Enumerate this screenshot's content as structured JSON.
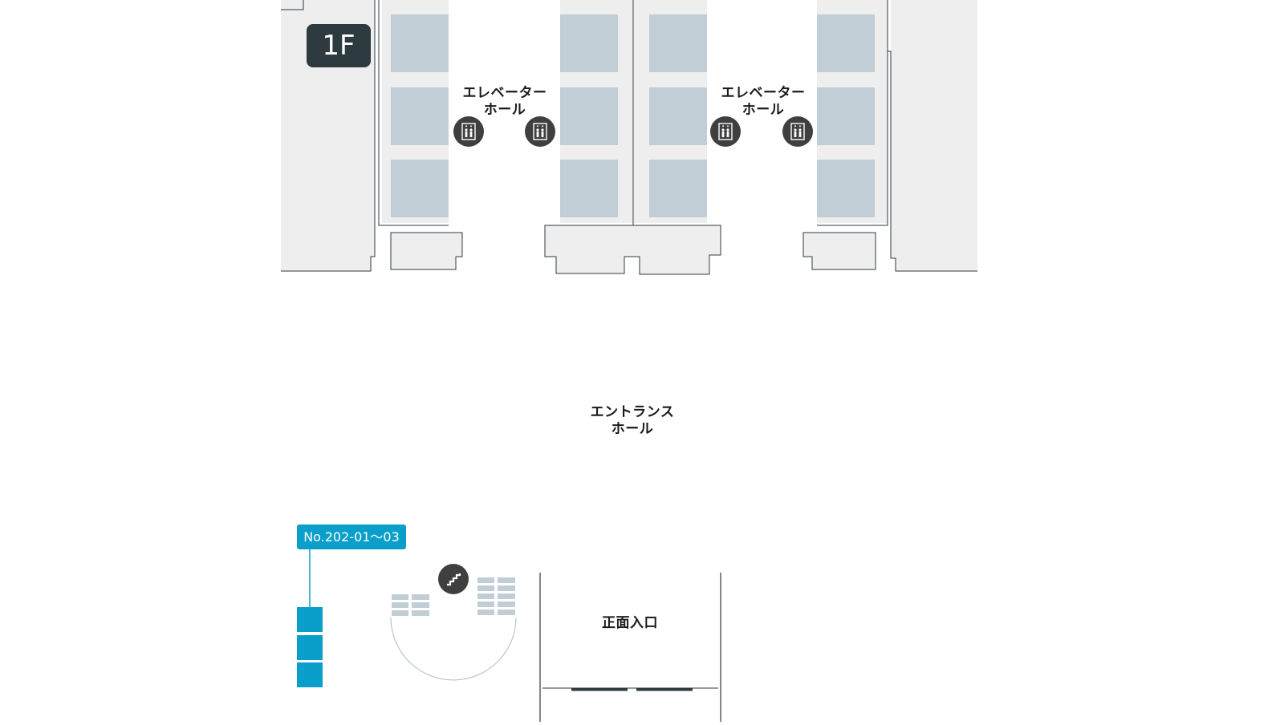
{
  "floor": {
    "label": "1F"
  },
  "areas": {
    "elevator_hall_left": {
      "line1": "エレベーター",
      "line2": "ホール"
    },
    "elevator_hall_right": {
      "line1": "エレベーター",
      "line2": "ホール"
    },
    "entrance_hall": {
      "line1": "エントランス",
      "line2": "ホール"
    },
    "main_entrance": {
      "label": "正面入口"
    }
  },
  "shop": {
    "label": "No.202-01〜03",
    "color": "#0a9fcb"
  },
  "icons": {
    "elevator": "elevator-icon",
    "stairs": "stairs-icon"
  },
  "colors": {
    "wall_fill": "#eeeeee",
    "wall_stroke": "#2d3a40",
    "elevator_fill": "#c2ced6",
    "icon_fill": "#3f3f3f",
    "badge_fill": "#2d3a40",
    "accent": "#0a9fcb"
  }
}
